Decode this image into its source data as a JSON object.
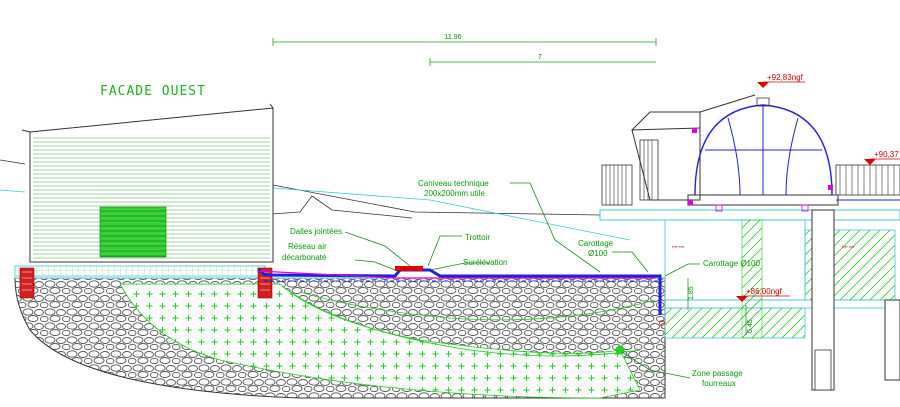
{
  "title": "FACADE OUEST",
  "dimensions": {
    "top_overall": "11.96",
    "top_secondary": "7",
    "vertical_1": "1.85",
    "vertical_2": "0.45"
  },
  "labels": {
    "caniveau": "Caniveau technique",
    "caniveau_sub": "200x200mm utile",
    "dalles": "Dalles jointées",
    "reseau": "Réseau air",
    "reseau_sub": "décarbonaté",
    "trottoir": "Trottoir",
    "surelevation": "Surélévation",
    "carottage": "Carottage",
    "carottage_sub": "Ø100",
    "carottage2": "Carottage Ø100",
    "zone": "Zone passage",
    "zone_sub": "fourreaux"
  },
  "levels": {
    "dome_top": "+92,83ngf",
    "right_roof": "+90,37",
    "floor": "+86,00ngf"
  },
  "colors": {
    "line_dark": "#333333",
    "green": "#00c800",
    "cyan": "#00b8c8",
    "blue": "#2020e0",
    "magenta": "#e000e0",
    "red": "#e00000",
    "stone": "#555555"
  }
}
